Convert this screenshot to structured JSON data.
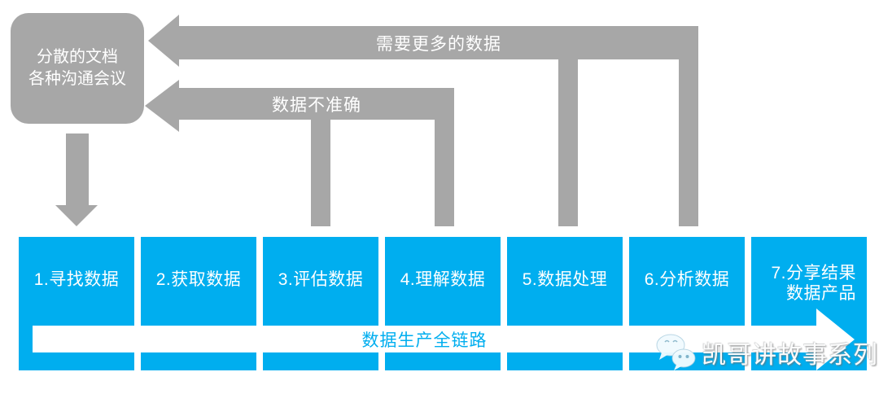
{
  "diagram": {
    "source_box": {
      "line1": "分散的文档",
      "line2": "各种沟通会议"
    },
    "feedback": {
      "need_more_data": "需要更多的数据",
      "inaccurate": "数据不准确"
    },
    "steps": [
      {
        "label": "1.寻找数据"
      },
      {
        "label": "2.获取数据"
      },
      {
        "label": "3.评估数据"
      },
      {
        "label": "4.理解数据"
      },
      {
        "label": "5.数据处理"
      },
      {
        "label": "6.分析数据"
      },
      {
        "label": "7.分享结果",
        "label2": "数据产品"
      }
    ],
    "banner": "数据生产全链路",
    "watermark": "凯哥讲故事系列"
  },
  "colors": {
    "step_blue": "#00AEEF",
    "arrow_gray": "#A7A7A7",
    "text_white": "#FFFFFF"
  },
  "icons": {
    "watermark_icon": "wechat-bubbles-icon"
  }
}
